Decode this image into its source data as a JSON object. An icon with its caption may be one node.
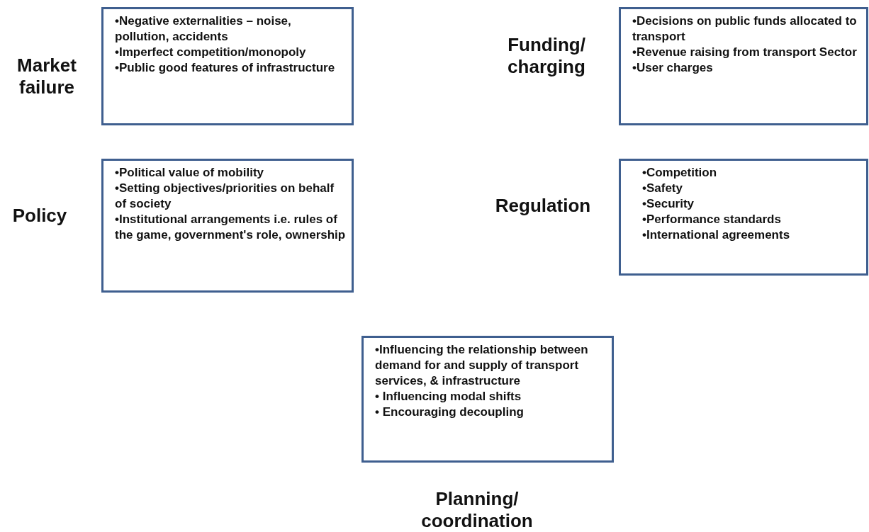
{
  "diagram": {
    "nodes": [
      {
        "text": [
          "Market failure",
          "•Negative externalities – noise, pollution, accidents",
          "•Imperfect competition/monopoly",
          "•Public good features of infrastructure"
        ]
      },
      {
        "text": [
          "Funding/ charging",
          "•Decisions on public funds allocated to transport",
          "•Revenue raising from transport Sector",
          "•User charges"
        ]
      },
      {
        "text": [
          "Policy",
          "•Political value of mobility",
          "•Setting objectives/priorities on behalf of society",
          "•Institutional arrangements i.e. rules of the game, government's role, ownership"
        ]
      },
      {
        "text": [
          "Regulation",
          "•Competition",
          "•Safety",
          "•Security",
          "•Performance standards",
          "•International agreements"
        ]
      },
      {
        "text": [
          "•Influencing the relationship between demand for and supply of transport services, & infrastructure",
          "• Influencing modal shifts",
          "• Encouraging decoupling",
          "Planning/ coordination"
        ]
      }
    ]
  }
}
